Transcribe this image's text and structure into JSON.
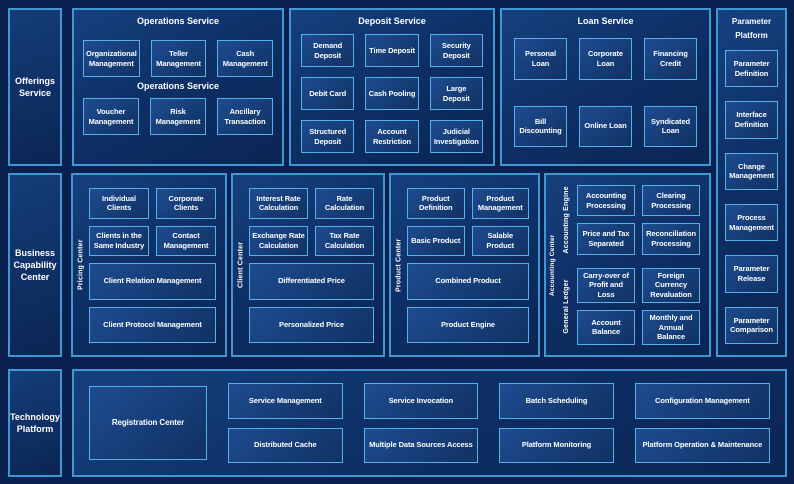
{
  "palette": {
    "page_bg": "#0a2150",
    "section_border": "#3f98d4",
    "box_border": "#58b0e8",
    "box_fill": "#163d77",
    "text": "#fdfeff"
  },
  "left_rail": {
    "offerings": "Offerings Service",
    "business": "Business Capability Center",
    "technology": "Technology Platform"
  },
  "operations": {
    "title": "Operations Service",
    "subtitle": "Operations Service",
    "row1": [
      "Organizational Management",
      "Teller Management",
      "Cash Management"
    ],
    "row2": [
      "Voucher Management",
      "Risk Management",
      "Ancillary Transaction"
    ]
  },
  "deposit": {
    "title": "Deposit Service",
    "items": [
      "Demand Deposit",
      "Time Deposit",
      "Security Deposit",
      "Debit Card",
      "Cash Pooling",
      "Large Deposit",
      "Structured Deposit",
      "Account Restriction",
      "Judicial Investigation"
    ]
  },
  "loan": {
    "title": "Loan Service",
    "items": [
      "Personal Loan",
      "Corporate Loan",
      "Financing Credit",
      "Bill Discounting",
      "Online Loan",
      "Syndicated Loan"
    ]
  },
  "parameter": {
    "title_line1": "Parameter",
    "title_line2": "Platform",
    "items": [
      "Parameter Definition",
      "Interface Definition",
      "Change Management",
      "Process Management",
      "Parameter Release",
      "Parameter Comparison"
    ]
  },
  "pricing_center": {
    "label": "Pricing Center",
    "small": [
      "Individual Clients",
      "Corporate Clients",
      "Clients in the Same Industry",
      "Contact Management"
    ],
    "wide": [
      "Client Relation Management",
      "Client Protocol Management"
    ]
  },
  "client_center": {
    "label": "Client Center",
    "small": [
      "Interest Rate Calculation",
      "Rate Calculation",
      "Exchange Rate Calculation",
      "Tax Rate Calculation"
    ],
    "wide": [
      "Differentiated Price",
      "Personalized Price"
    ]
  },
  "product_center": {
    "label": "Product Center",
    "small": [
      "Product Definition",
      "Product Management",
      "Basic Product",
      "Salable Product"
    ],
    "wide": [
      "Combined Product",
      "Product Engine"
    ]
  },
  "accounting": {
    "outer_label": "Accounting Center",
    "engine_label": "Accounting Engine",
    "ledger_label": "General  Ledger",
    "engine_items": [
      "Accounting Processing",
      "Clearing Processing",
      "Price and Tax Separated",
      "Reconciliation Processing"
    ],
    "ledger_items": [
      "Carry-over of Profit and Loss",
      "Foreign Currency Revaluation",
      "Account Balance",
      "Monthly and Annual Balance"
    ]
  },
  "technology": {
    "registration": "Registration Center",
    "columns": [
      [
        "Service Management",
        "Distributed Cache"
      ],
      [
        "Service Invocation",
        "Multiple Data Sources Access"
      ],
      [
        "Batch Scheduling",
        "Platform Monitoring"
      ],
      [
        "Configuration Management",
        "Platform Operation & Maintenance"
      ]
    ]
  }
}
